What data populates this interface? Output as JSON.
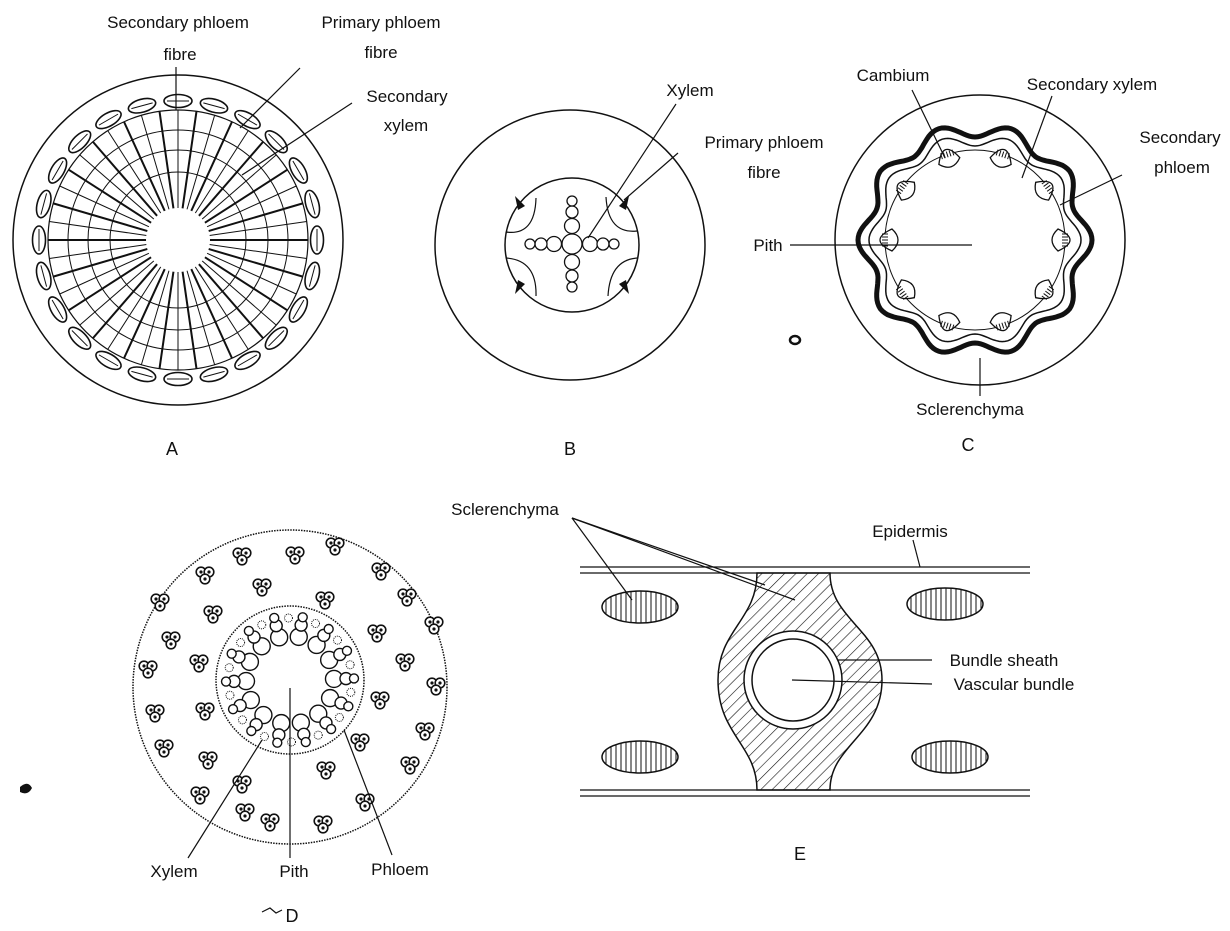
{
  "panels": {
    "a": {
      "letter": "A",
      "labels": {
        "secondary_phloem_fibre_1": "Secondary phloem",
        "secondary_phloem_fibre_2": "fibre",
        "primary_phloem_fibre_1": "Primary phloem",
        "primary_phloem_fibre_2": "fibre",
        "secondary_xylem_1": "Secondary",
        "secondary_xylem_2": "xylem"
      }
    },
    "b": {
      "letter": "B",
      "labels": {
        "xylem": "Xylem",
        "primary_phloem_fibre_1": "Primary phloem",
        "primary_phloem_fibre_2": "fibre"
      }
    },
    "c": {
      "letter": "C",
      "labels": {
        "cambium": "Cambium",
        "secondary_xylem": "Secondary xylem",
        "secondary_phloem_1": "Secondary",
        "secondary_phloem_2": "phloem",
        "pith": "Pith",
        "sclerenchyma": "Sclerenchyma"
      }
    },
    "d": {
      "letter": "D",
      "labels": {
        "xylem": "Xylem",
        "pith": "Pith",
        "phloem": "Phloem"
      }
    },
    "e": {
      "letter": "E",
      "labels": {
        "sclerenchyma": "Sclerenchyma",
        "epidermis": "Epidermis",
        "bundle_sheath": "Bundle sheath",
        "vascular_bundle": "Vascular bundle"
      }
    }
  }
}
